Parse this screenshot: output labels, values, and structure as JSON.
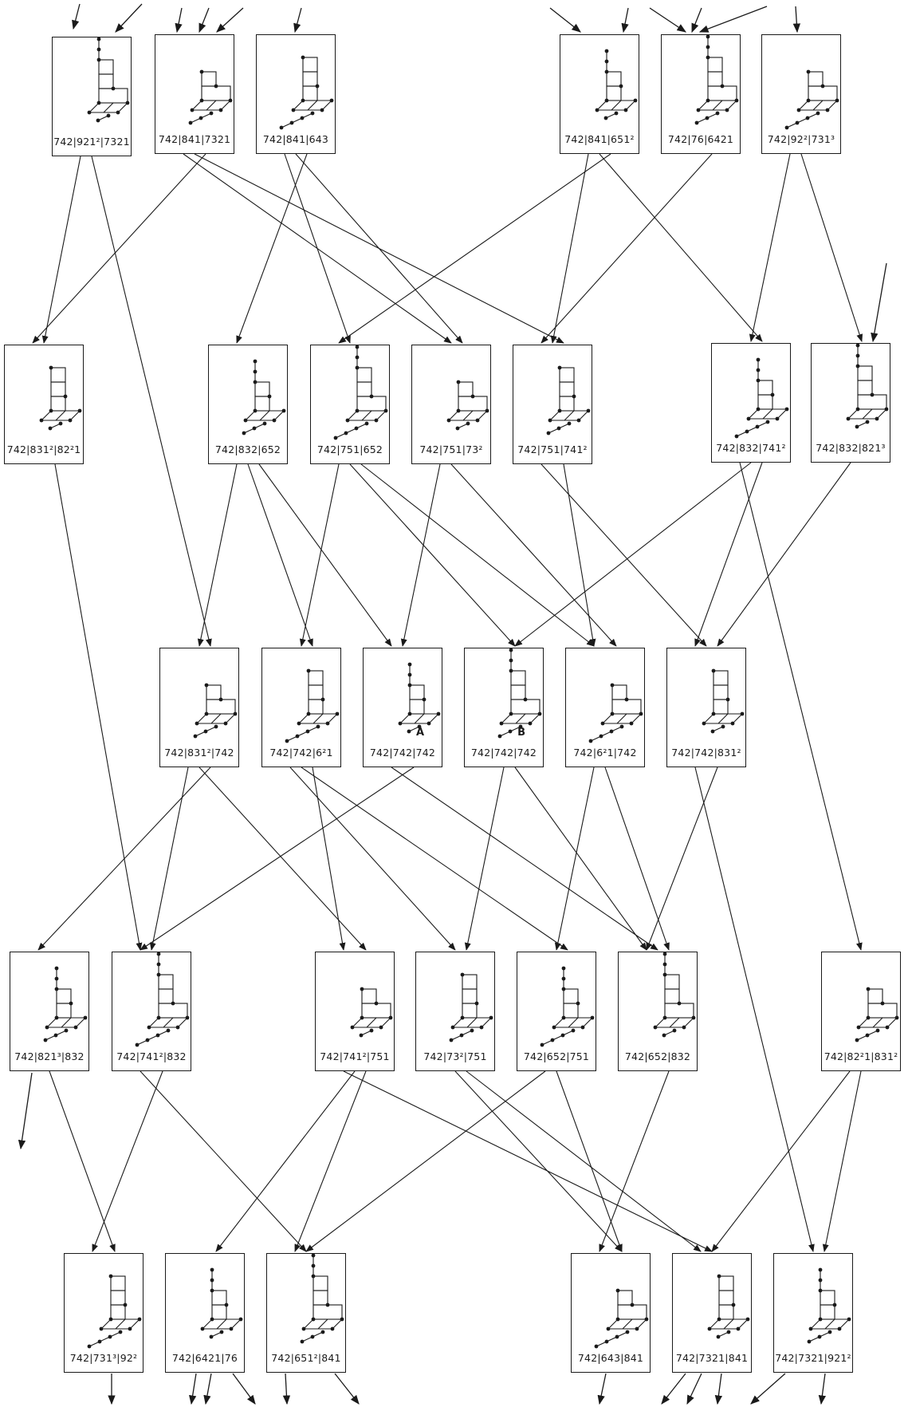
{
  "diagram": {
    "nodes": [
      {
        "id": "n01",
        "label": "742|921²|7321"
      },
      {
        "id": "n02",
        "label": "742|841|7321"
      },
      {
        "id": "n03",
        "label": "742|841|643"
      },
      {
        "id": "n04",
        "label": "742|841|651²"
      },
      {
        "id": "n05",
        "label": "742|76|6421"
      },
      {
        "id": "n06",
        "label": "742|92²|731³"
      },
      {
        "id": "n07",
        "label": "742|831²|82²1"
      },
      {
        "id": "n08",
        "label": "742|832|652"
      },
      {
        "id": "n09",
        "label": "742|751|652"
      },
      {
        "id": "n10",
        "label": "742|751|73²"
      },
      {
        "id": "n11",
        "label": "742|751|741²"
      },
      {
        "id": "n12",
        "label": "742|832|741²"
      },
      {
        "id": "n13",
        "label": "742|832|821³"
      },
      {
        "id": "n14",
        "label": "742|831²|742"
      },
      {
        "id": "n15",
        "label": "742|742|6²1"
      },
      {
        "id": "n16",
        "label": "742|742|742",
        "mark": "A"
      },
      {
        "id": "n17",
        "label": "742|742|742",
        "mark": "B"
      },
      {
        "id": "n18",
        "label": "742|6²1|742"
      },
      {
        "id": "n19",
        "label": "742|742|831²"
      },
      {
        "id": "n20",
        "label": "742|821³|832"
      },
      {
        "id": "n21",
        "label": "742|741²|832"
      },
      {
        "id": "n22",
        "label": "742|741²|751"
      },
      {
        "id": "n23",
        "label": "742|73²|751"
      },
      {
        "id": "n24",
        "label": "742|652|751"
      },
      {
        "id": "n25",
        "label": "742|652|832"
      },
      {
        "id": "n26",
        "label": "742|82²1|831²"
      },
      {
        "id": "n27",
        "label": "742|731³|92²"
      },
      {
        "id": "n28",
        "label": "742|6421|76"
      },
      {
        "id": "n29",
        "label": "742|651²|841"
      },
      {
        "id": "n30",
        "label": "742|643|841"
      },
      {
        "id": "n31",
        "label": "742|7321|841"
      },
      {
        "id": "n32",
        "label": "742|7321|921²"
      }
    ],
    "edges": [
      [
        "n01",
        "n07"
      ],
      [
        "n01",
        "n14"
      ],
      [
        "n02",
        "n07"
      ],
      [
        "n02",
        "n10"
      ],
      [
        "n02",
        "n11"
      ],
      [
        "n03",
        "n08"
      ],
      [
        "n03",
        "n09"
      ],
      [
        "n03",
        "n10"
      ],
      [
        "n04",
        "n09"
      ],
      [
        "n04",
        "n11"
      ],
      [
        "n04",
        "n12"
      ],
      [
        "n05",
        "n11"
      ],
      [
        "n06",
        "n12"
      ],
      [
        "n06",
        "n13"
      ],
      [
        "n07",
        "n21"
      ],
      [
        "n08",
        "n14"
      ],
      [
        "n08",
        "n15"
      ],
      [
        "n08",
        "n16"
      ],
      [
        "n09",
        "n15"
      ],
      [
        "n09",
        "n17"
      ],
      [
        "n09",
        "n18"
      ],
      [
        "n10",
        "n16"
      ],
      [
        "n10",
        "n18"
      ],
      [
        "n11",
        "n18"
      ],
      [
        "n11",
        "n19"
      ],
      [
        "n12",
        "n17"
      ],
      [
        "n12",
        "n19"
      ],
      [
        "n12",
        "n26"
      ],
      [
        "n13",
        "n19"
      ],
      [
        "n14",
        "n20"
      ],
      [
        "n14",
        "n21"
      ],
      [
        "n14",
        "n22"
      ],
      [
        "n15",
        "n22"
      ],
      [
        "n15",
        "n23"
      ],
      [
        "n15",
        "n24"
      ],
      [
        "n16",
        "n21"
      ],
      [
        "n16",
        "n25"
      ],
      [
        "n17",
        "n23"
      ],
      [
        "n17",
        "n25"
      ],
      [
        "n18",
        "n24"
      ],
      [
        "n18",
        "n25"
      ],
      [
        "n19",
        "n25"
      ],
      [
        "n19",
        "n32"
      ],
      [
        "n20",
        "n27"
      ],
      [
        "n21",
        "n27"
      ],
      [
        "n21",
        "n29"
      ],
      [
        "n22",
        "n28"
      ],
      [
        "n22",
        "n29"
      ],
      [
        "n22",
        "n31"
      ],
      [
        "n23",
        "n30"
      ],
      [
        "n23",
        "n31"
      ],
      [
        "n24",
        "n29"
      ],
      [
        "n24",
        "n30"
      ],
      [
        "n25",
        "n30"
      ],
      [
        "n26",
        "n31"
      ],
      [
        "n26",
        "n32"
      ]
    ]
  }
}
